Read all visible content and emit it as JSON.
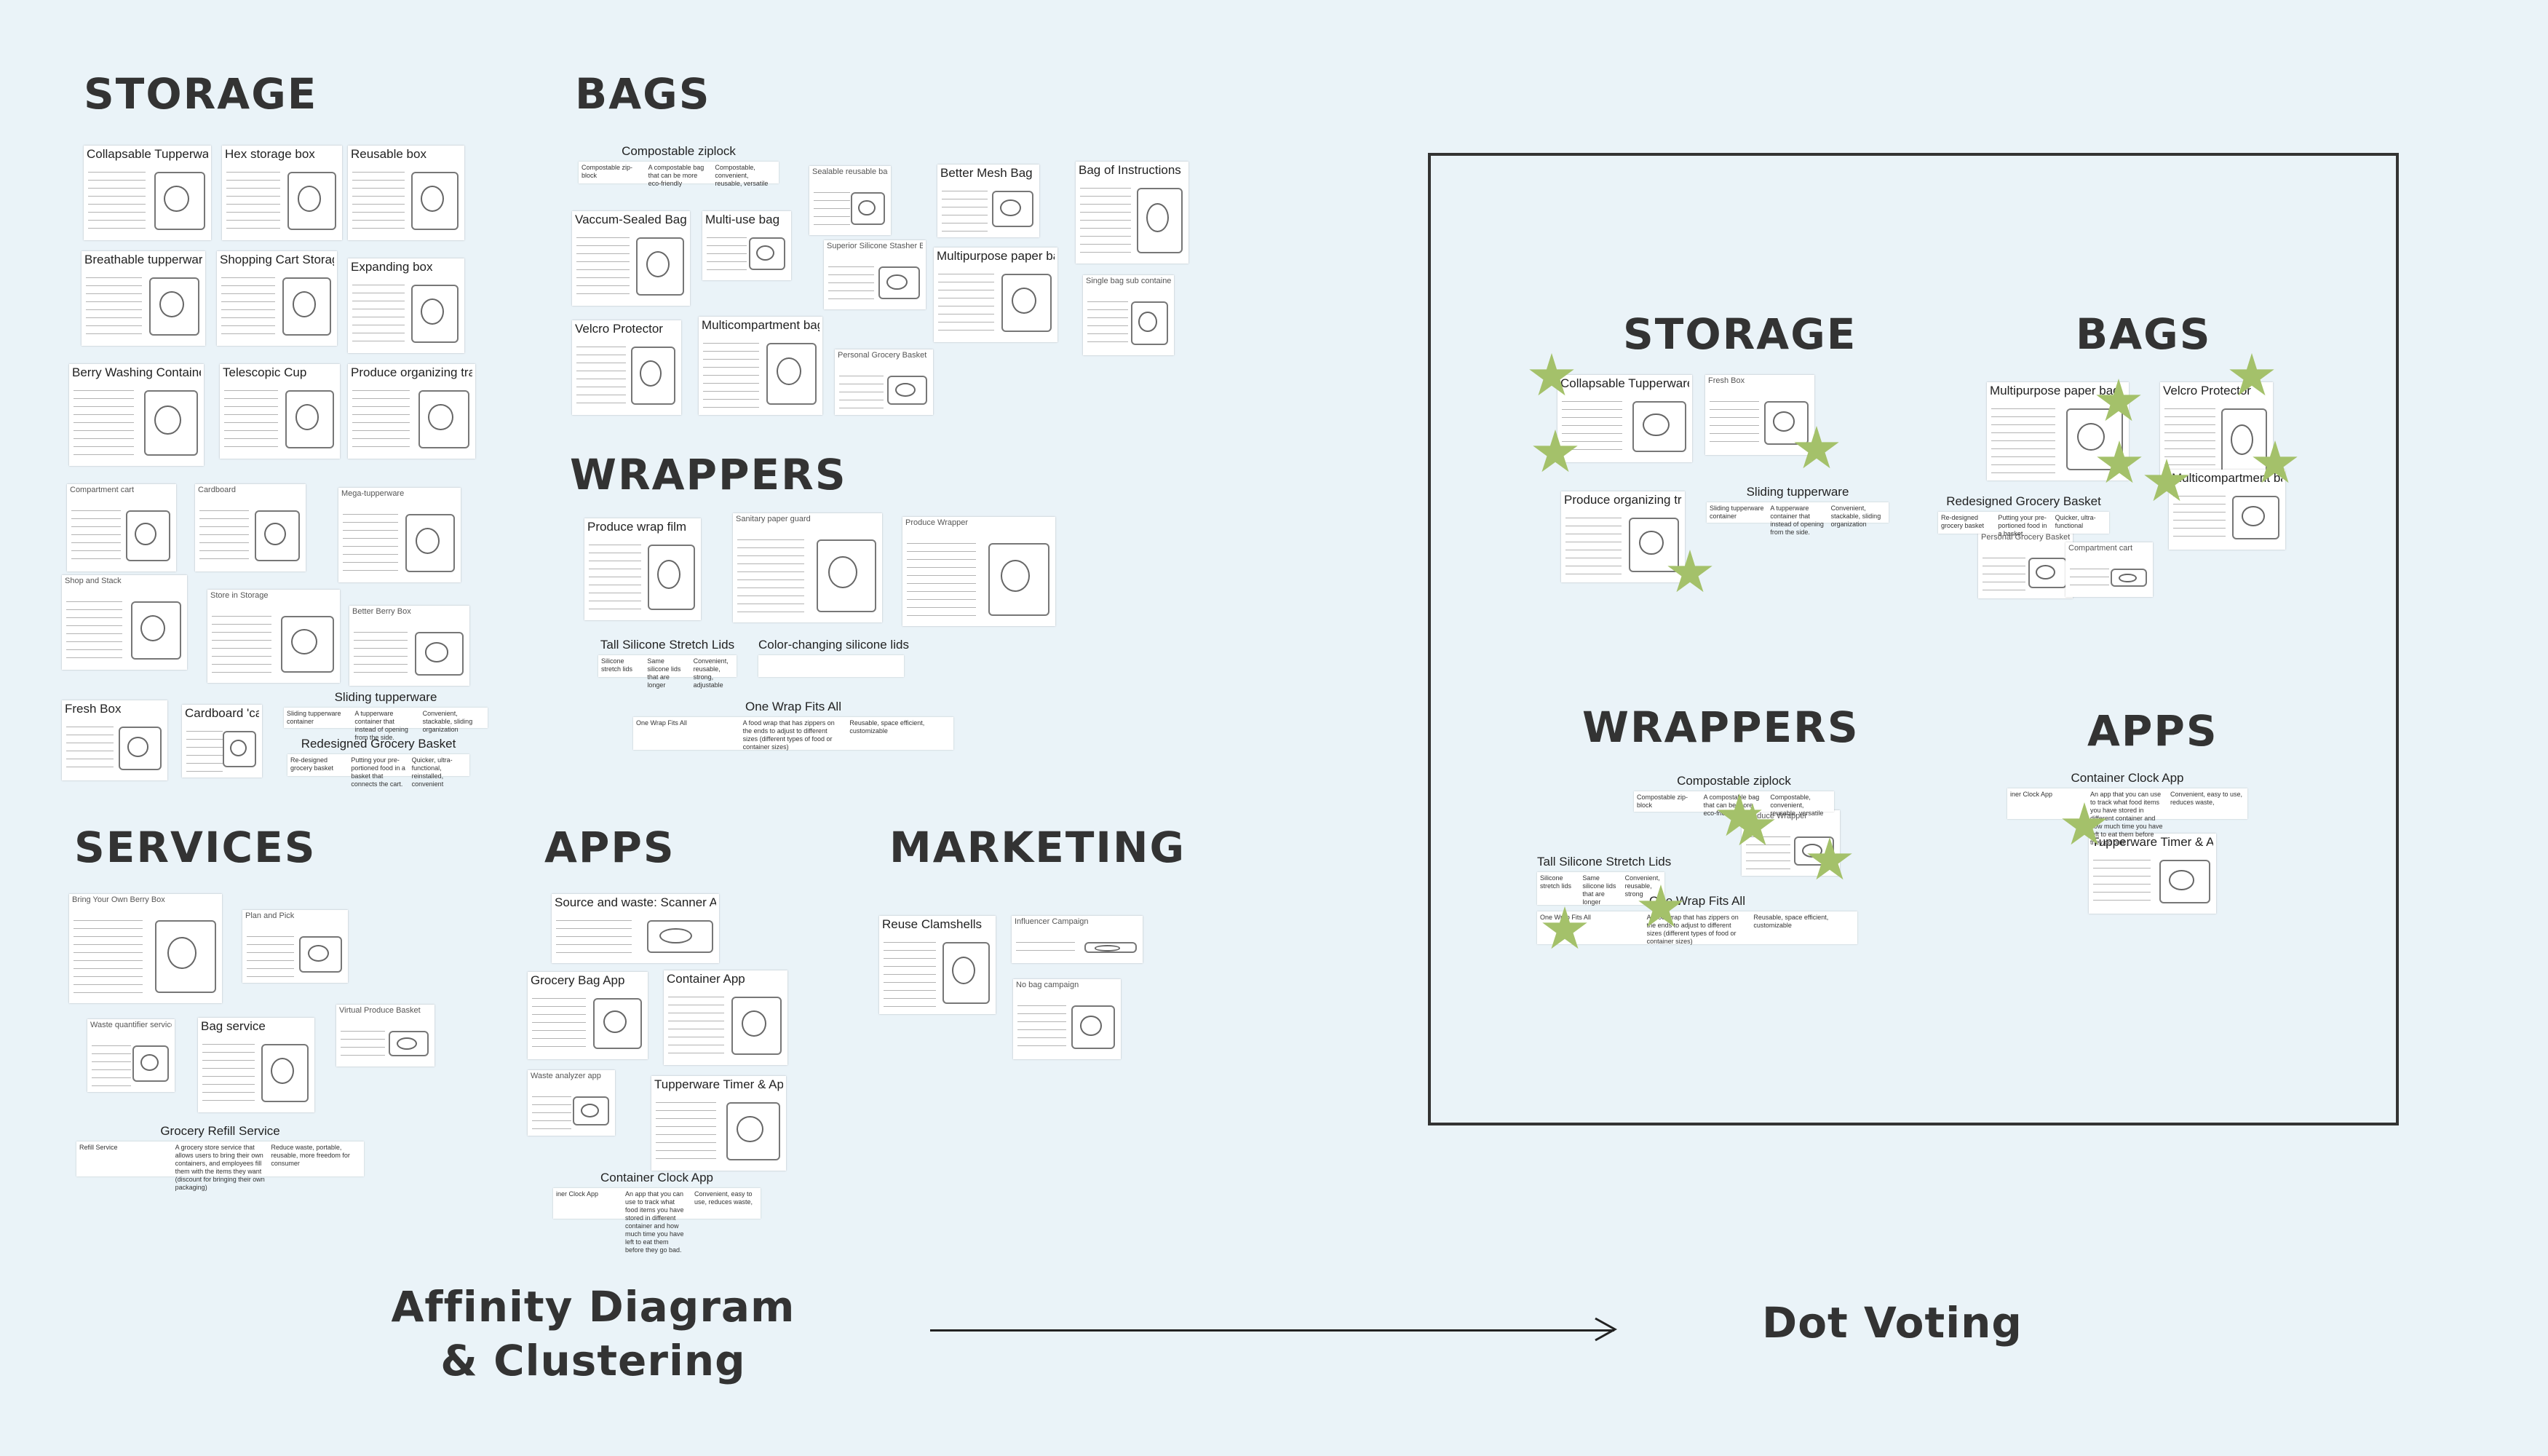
{
  "affinity": {
    "headings": {
      "storage": "STORAGE",
      "bags": "BAGS",
      "wrappers": "WRAPPERS",
      "services": "SERVICES",
      "apps": "APPS",
      "marketing": "MARKETING"
    },
    "storage_cards": [
      "Collapsable Tupperware",
      "Hex storage box",
      "Reusable box",
      "Breathable tupperware",
      "Shopping Cart Storage",
      "Expanding box",
      "Berry Washing Container",
      "Telescopic Cup",
      "Produce organizing tray",
      "Compartment cart",
      "Cardboard",
      "Mega-tupperware",
      "Shop and Stack",
      "Store in Storage",
      "Better Berry Box",
      "Fresh Box",
      "Cardboard 'cake' container"
    ],
    "storage_rows": [
      {
        "title": "Sliding tupperware",
        "cols": [
          "Sliding tupperware container",
          "A tupperware container that instead of opening from the side.",
          "Convenient, stackable, sliding organization"
        ]
      },
      {
        "title": "Redesigned Grocery Basket",
        "cols": [
          "Re-designed grocery basket",
          "Putting your pre-portioned food in a basket that connects the cart.",
          "Quicker, ultra-functional, reinstalled, convenient"
        ]
      }
    ],
    "bags_cards": [
      "Vaccum-Sealed Bags",
      "Multi-use bag",
      "Sealable reusable bag",
      "Better Mesh Bag",
      "Bag of Instructions",
      "Superior Silicone Stasher Bags",
      "Multipurpose paper bag",
      "Single bag sub containers",
      "Velcro Protector",
      "Multicompartment bag",
      "Personal Grocery Basket"
    ],
    "bags_rows": [
      {
        "title": "Compostable ziplock",
        "cols": [
          "Compostable zip-block",
          "A compostable bag that can be more eco-friendly",
          "Compostable, convenient, reusable, versatile"
        ]
      }
    ],
    "wrappers_cards": [
      "Produce wrap film",
      "Sanitary paper guard",
      "Produce Wrapper"
    ],
    "wrappers_rows": [
      {
        "title": "Tall Silicone Stretch Lids",
        "cols": [
          "Silicone stretch lids",
          "Same silicone lids that are longer",
          "Convenient, reusable, strong, adjustable"
        ]
      },
      {
        "title": "Color-changing silicone lids",
        "cols": [
          "",
          "",
          ""
        ]
      },
      {
        "title": "One Wrap Fits All",
        "cols": [
          "One Wrap Fits All",
          "A food wrap that has zippers on the ends to adjust to different sizes (different types of food or container sizes)",
          "Reusable, space efficient, customizable"
        ]
      }
    ],
    "services_cards": [
      "Bring Your Own Berry Box",
      "Plan and Pick",
      "Waste quantifier service",
      "Bag service",
      "Virtual Produce Basket"
    ],
    "services_rows": [
      {
        "title": "Grocery Refill Service",
        "cols": [
          "Refill Service",
          "A grocery store service that allows users to bring their own containers, and employees fill them with the items they want (discount for bringing their own packaging)",
          "Reduce waste, portable, reusable, more freedom for consumer"
        ]
      }
    ],
    "apps_cards": [
      "Source and waste: Scanner App",
      "Grocery Bag App",
      "Container App",
      "Waste analyzer app",
      "Tupperware Timer & App"
    ],
    "apps_rows": [
      {
        "title": "Container Clock App",
        "cols": [
          "iner Clock App",
          "An app that you can use to track what food items you have stored in different container and how much time you have left to eat them before they go bad.",
          "Convenient, easy to use, reduces waste,"
        ]
      }
    ],
    "marketing_cards": [
      "Reuse Clamshells",
      "Influencer Campaign",
      "No bag campaign"
    ],
    "caption_line1": "Affinity Diagram",
    "caption_line2": "& Clustering"
  },
  "voting": {
    "headings": {
      "storage": "STORAGE",
      "bags": "BAGS",
      "wrappers": "WRAPPERS",
      "apps": "APPS"
    },
    "storage_cards": [
      "Collapsable Tupperware",
      "Fresh Box",
      "Produce organizing tray"
    ],
    "storage_rows": [
      {
        "title": "Sliding tupperware",
        "cols": [
          "Sliding tupperware container",
          "A tupperware container that instead of opening from the side.",
          "Convenient, stackable, sliding organization"
        ]
      }
    ],
    "bags_cards": [
      "Multipurpose paper bag",
      "Velcro Protector",
      "Multicompartment bag",
      "Personal Grocery Basket",
      "Compartment cart"
    ],
    "bags_rows": [
      {
        "title": "Redesigned Grocery Basket",
        "cols": [
          "Re-designed grocery basket",
          "Putting your pre-portioned food in a basket.",
          "Quicker, ultra-functional"
        ]
      }
    ],
    "wrappers_cards": [
      "Produce Wrapper"
    ],
    "wrappers_rows": [
      {
        "title": "Compostable ziplock",
        "cols": [
          "Compostable zip-block",
          "A compostable bag that can be more eco-friendly",
          "Compostable, convenient, reusable, versatile"
        ]
      },
      {
        "title": "Tall Silicone Stretch Lids",
        "cols": [
          "Silicone stretch lids",
          "Same silicone lids that are longer",
          "Convenient, reusable, strong"
        ]
      },
      {
        "title": "One Wrap Fits All",
        "cols": [
          "One Wrap Fits All",
          "A food wrap that has zippers on the ends to adjust to different sizes (different types of food or container sizes)",
          "Reusable, space efficient, customizable"
        ]
      }
    ],
    "apps_cards": [
      "Tupperware Timer & App"
    ],
    "apps_rows": [
      {
        "title": "Container Clock App",
        "cols": [
          "iner Clock App",
          "An app that you can use to track what food items you have stored in different container and how much time you have left to eat them before they go bad.",
          "Convenient, easy to use, reduces waste,"
        ]
      }
    ],
    "caption": "Dot Voting",
    "dot_count": 15
  }
}
